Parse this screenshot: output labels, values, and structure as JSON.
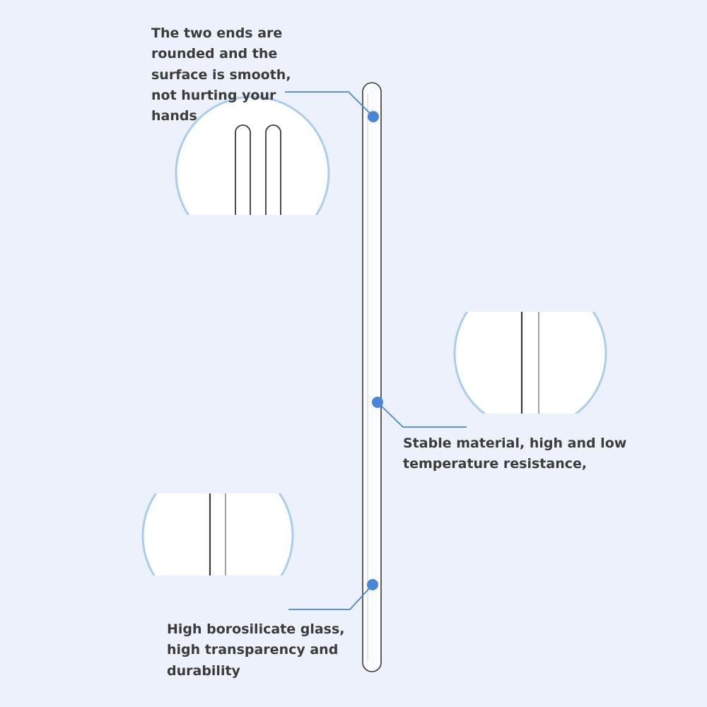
{
  "callouts": {
    "ends": {
      "text": "The two ends are\nrounded and the\nsurface is smooth,\nnot hurting your\nhands"
    },
    "material": {
      "text": "Stable material, high and low\ntemperature resistance,"
    },
    "glass": {
      "text": "High borosilicate glass,\nhigh transparency and\ndurability"
    }
  },
  "colors": {
    "background": "#edf1fb",
    "accent": "#4a86d8",
    "lens_ring": "#a9cdee",
    "text": "#3b3b3b"
  }
}
